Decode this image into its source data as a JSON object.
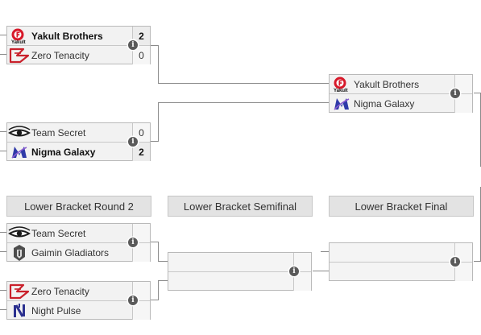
{
  "upper_semifinals": [
    {
      "team1": {
        "name": "Yakult Brothers",
        "score": "2",
        "logo": "yakult-logo",
        "winner": true
      },
      "team2": {
        "name": "Zero Tenacity",
        "score": "0",
        "logo": "zero-tenacity-logo",
        "winner": false
      }
    },
    {
      "team1": {
        "name": "Team Secret",
        "score": "0",
        "logo": "team-secret-logo",
        "winner": false
      },
      "team2": {
        "name": "Nigma Galaxy",
        "score": "2",
        "logo": "nigma-galaxy-logo",
        "winner": true
      }
    }
  ],
  "upper_final": {
    "team1": {
      "name": "Yakult Brothers",
      "logo": "yakult-logo"
    },
    "team2": {
      "name": "Nigma Galaxy",
      "logo": "nigma-galaxy-logo"
    }
  },
  "lower_headers": {
    "round2": "Lower Bracket Round 2",
    "semifinal": "Lower Bracket Semifinal",
    "final": "Lower Bracket Final"
  },
  "lower_round2": [
    {
      "team1": {
        "name": "Team Secret",
        "logo": "team-secret-logo"
      },
      "team2": {
        "name": "Gaimin Gladiators",
        "logo": "gaimin-gladiators-logo"
      }
    },
    {
      "team1": {
        "name": "Zero Tenacity",
        "logo": "zero-tenacity-logo"
      },
      "team2": {
        "name": "Night Pulse",
        "logo": "night-pulse-logo"
      }
    }
  ],
  "info_icon_glyph": "i",
  "colors": {
    "line": "#8a8a8a",
    "match_bg": "#f2f2f2",
    "header_bg": "#e3e3e3",
    "info_icon": "#5a5a5a"
  }
}
